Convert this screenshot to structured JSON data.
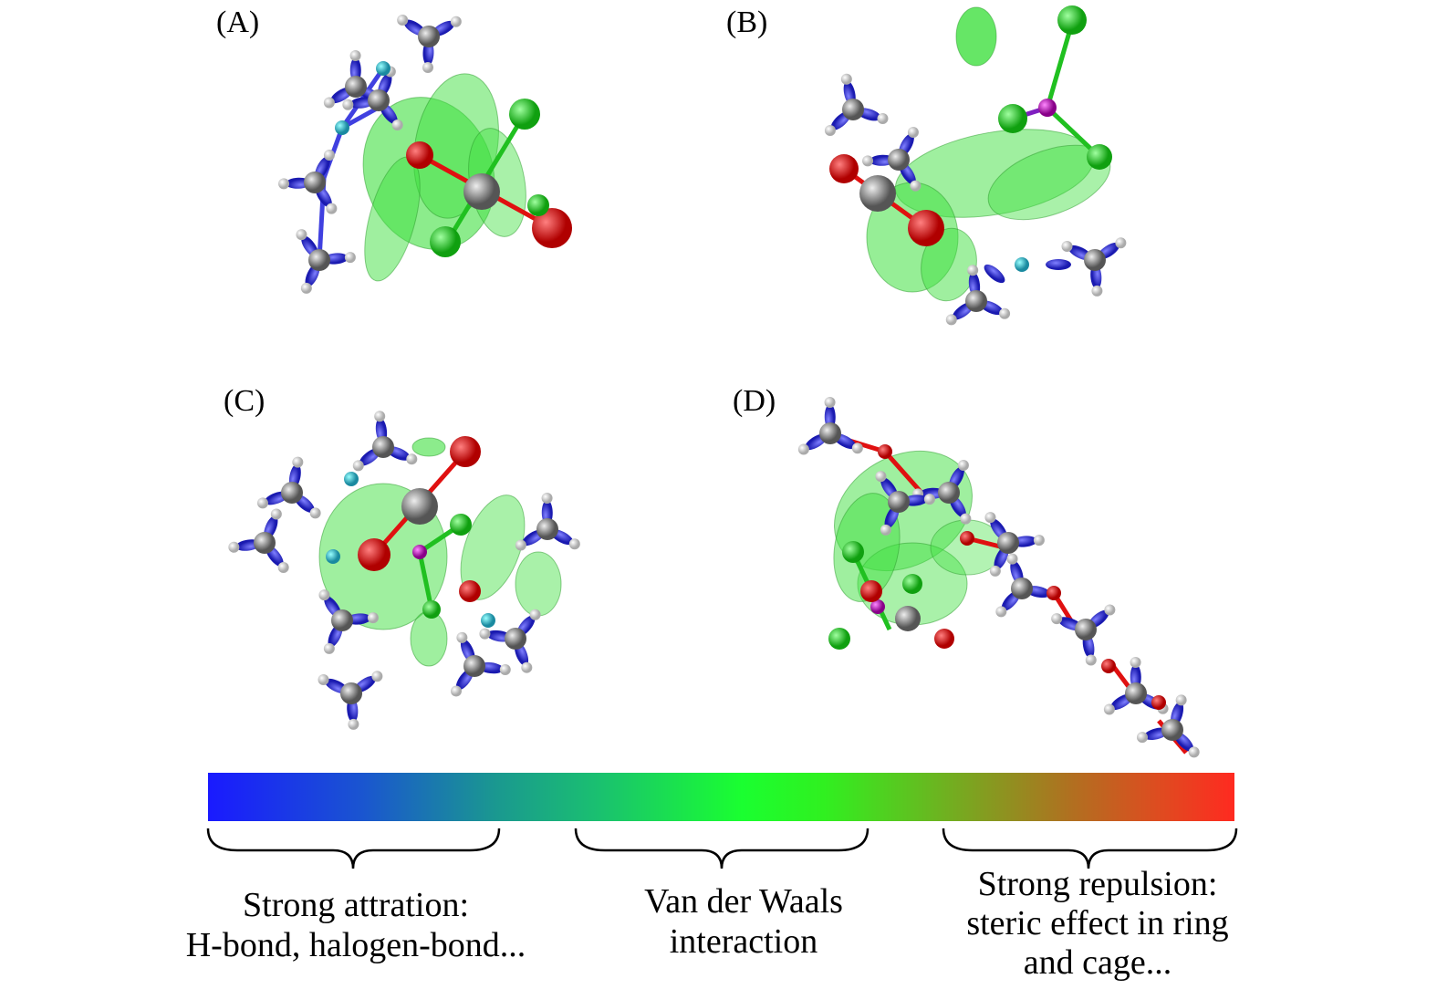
{
  "panels": [
    {
      "label": "(A)"
    },
    {
      "label": "(B)"
    },
    {
      "label": "(C)"
    },
    {
      "label": "(D)"
    }
  ],
  "colorbar": {
    "colors": [
      "#1a1aff",
      "#1aff30",
      "#ff2a20"
    ],
    "ranges": [
      {
        "lines": [
          "Strong attration:",
          "H-bond, halogen-bond..."
        ]
      },
      {
        "lines": [
          "Van der Waals",
          "interaction"
        ]
      },
      {
        "lines": [
          "Strong repulsion:",
          "steric effect in ring",
          "and cage..."
        ]
      }
    ]
  }
}
